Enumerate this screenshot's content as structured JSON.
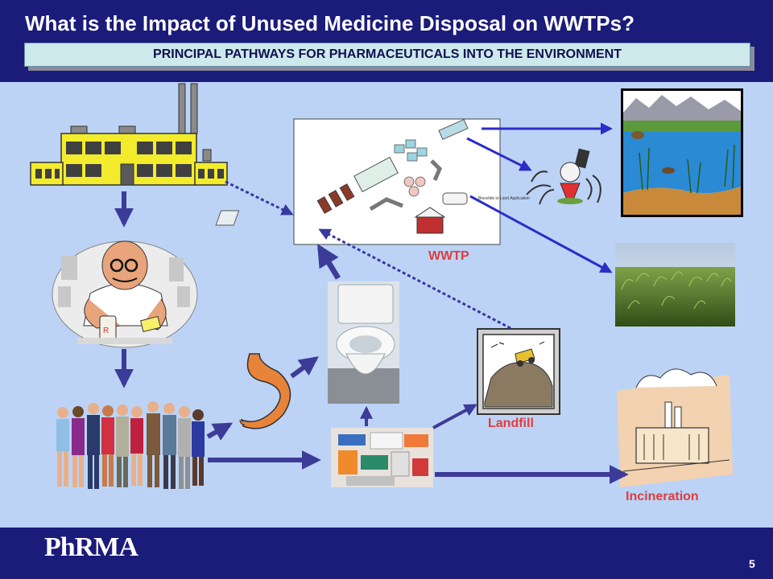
{
  "slide": {
    "title": "What is the Impact of Unused Medicine Disposal on WWTPs?",
    "subtitle": "PRINCIPAL PATHWAYS FOR PHARMACEUTICALS INTO THE ENVIRONMENT",
    "page_number": "5"
  },
  "labels": {
    "wwtp": "WWTP",
    "landfill": "Landfill",
    "incineration": "Incineration",
    "biosolids": "Biosolids to Land Application"
  },
  "footer": {
    "logo": "PhRMA"
  },
  "colors": {
    "header_bg": "#1b1b7a",
    "slide_bg": "#bcd3f6",
    "subtitle_bg": "#cde9ec",
    "label_red": "#e03c3c",
    "arrow_blue": "#2c2cc8",
    "arrow_navy": "#3c3c98"
  },
  "icons": [
    "factory-icon",
    "pharmacist-icon",
    "people-icon",
    "stomach-icon",
    "toilet-icon",
    "medicines-icon",
    "landfill-icon",
    "incineration-icon",
    "wwtp-diagram-icon",
    "golf-irrigation-icon",
    "lake-icon",
    "cornfield-icon"
  ]
}
